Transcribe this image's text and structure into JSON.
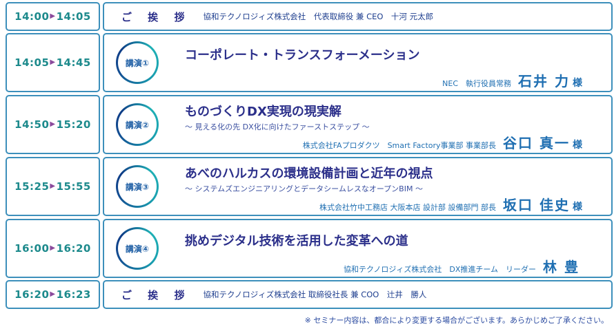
{
  "colors": {
    "border": "#3c8fbb",
    "time_text": "#1d8a8c",
    "arrow": "#8b4a9c",
    "title": "#2b2f8a",
    "speaker": "#1f6fb2"
  },
  "icons": {
    "arrow": "right-triangle-icon"
  },
  "arrow_glyph": "▶",
  "schedule": [
    {
      "type": "greeting",
      "start": "14:00",
      "end": "14:05",
      "label": "ご 挨 拶",
      "text": "協和テクノロジィズ株式会社　代表取締役 兼 CEO　十河 元太郎"
    },
    {
      "type": "talk",
      "start": "14:05",
      "end": "14:45",
      "badge": "講演①",
      "title": "コーポレート・トランスフォーメーション",
      "subtitle": "",
      "affiliation": "NEC　執行役員常務",
      "speaker": "石井 力",
      "honorific": "様"
    },
    {
      "type": "talk",
      "start": "14:50",
      "end": "15:20",
      "badge": "講演②",
      "title": "ものづくりDX実現の現実解",
      "subtitle": "～ 見える化の先 DX化に向けたファーストステップ ～",
      "affiliation": "株式会社FAプロダクツ　Smart Factory事業部 事業部長",
      "speaker": "谷口 真一",
      "honorific": "様"
    },
    {
      "type": "talk",
      "start": "15:25",
      "end": "15:55",
      "badge": "講演③",
      "title": "あべのハルカスの環境設備計画と近年の視点",
      "subtitle": "～ システムズエンジニアリングとデータシームレスなオープンBIM ～",
      "affiliation": "株式会社竹中工務店 大阪本店 設計部 設備部門 部長",
      "speaker": "坂口 佳史",
      "honorific": "様"
    },
    {
      "type": "talk",
      "start": "16:00",
      "end": "16:20",
      "badge": "講演④",
      "title": "挑めデジタル技術を活用した変革への道",
      "subtitle": "",
      "affiliation": "協和テクノロジィズ株式会社　DX推進チーム　リーダー",
      "speaker": "林 豊",
      "honorific": ""
    },
    {
      "type": "greeting",
      "start": "16:20",
      "end": "16:23",
      "label": "ご 挨 拶",
      "text": "協和テクノロジィズ株式会社 取締役社長 兼 COO　辻井　勝人"
    }
  ],
  "footer_note": "※ セミナー内容は、都合により変更する場合がございます。あらかじめご了承ください。"
}
